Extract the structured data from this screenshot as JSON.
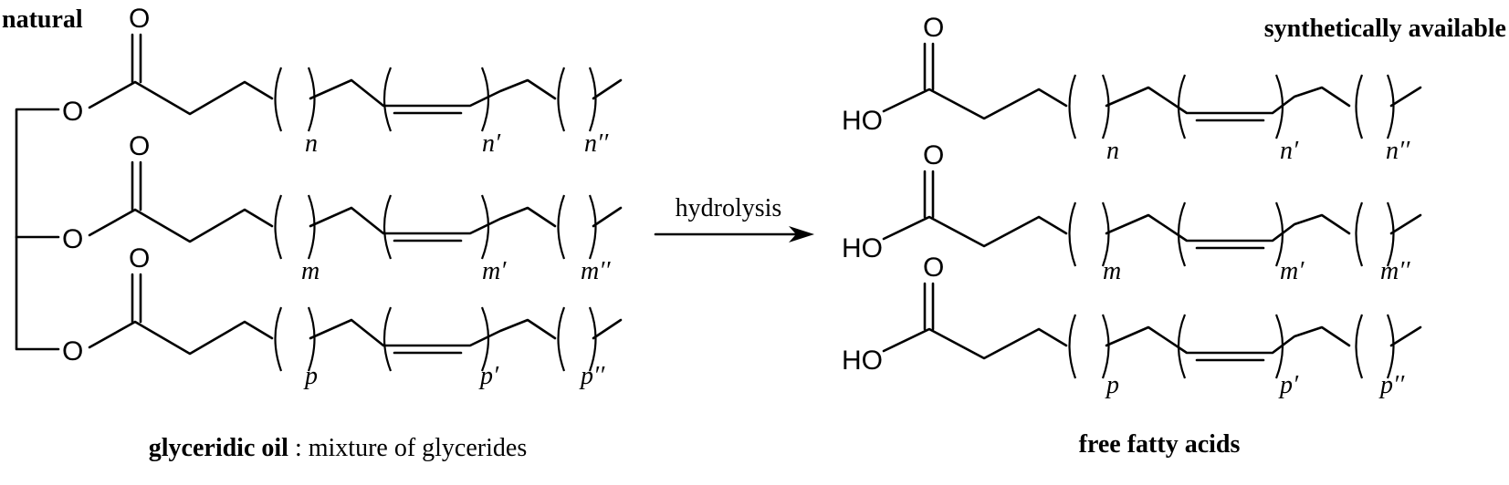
{
  "labels": {
    "natural": "natural",
    "synthetic": "synthetically available",
    "arrow": "hydrolysis",
    "left_caption_bold": "glyceridic oil",
    "left_caption_rest": " : mixture of glycerides",
    "right_caption": "free fatty acids"
  },
  "atoms": {
    "carbonyl_oxygen": "O",
    "ester_oxygen": "O",
    "acid_group": "HO"
  },
  "chains": [
    {
      "subscripts": [
        "n",
        "n′",
        "n′′"
      ]
    },
    {
      "subscripts": [
        "m",
        "m′",
        "m′′"
      ]
    },
    {
      "subscripts": [
        "p",
        "p′",
        "p′′"
      ]
    }
  ]
}
